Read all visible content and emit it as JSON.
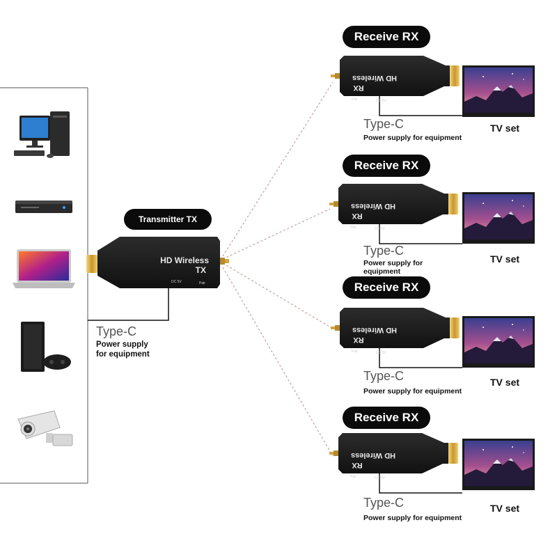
{
  "transmitter": {
    "badge": "Transmitter TX",
    "device_line1": "HD Wireless",
    "device_line2": "TX",
    "port_dc": "DC 5V",
    "port_pair": "Pair",
    "connector": "Type-C",
    "power_line1": "Power supply",
    "power_line2": "for equipment"
  },
  "source_devices": [
    {
      "name": "desktop-computer-icon"
    },
    {
      "name": "bluray-player-icon"
    },
    {
      "name": "laptop-icon"
    },
    {
      "name": "game-console-icon"
    },
    {
      "name": "security-camera-icon"
    }
  ],
  "receivers": [
    {
      "badge": "Receive RX",
      "device_line1": "HD Wireless",
      "device_line2": "RX",
      "port_dc": "DC 5V",
      "port_pair": "Pair",
      "connector": "Type-C",
      "power_line1": "Power supply for equipment",
      "power_line2": "",
      "tv_label": "TV set"
    },
    {
      "badge": "Receive RX",
      "device_line1": "HD Wireless",
      "device_line2": "RX",
      "port_dc": "DC 5V",
      "port_pair": "Pair",
      "connector": "Type-C",
      "power_line1": "Power supply for",
      "power_line2": "equipment",
      "tv_label": "TV set"
    },
    {
      "badge": "Receive RX",
      "device_line1": "HD Wireless",
      "device_line2": "RX",
      "port_dc": "DC 5V",
      "port_pair": "Pair",
      "connector": "Type-C",
      "power_line1": "Power supply for equipment",
      "power_line2": "",
      "tv_label": "TV set"
    },
    {
      "badge": "Receive RX",
      "device_line1": "HD Wireless",
      "device_line2": "RX",
      "port_dc": "DC 5V",
      "port_pair": "Pair",
      "connector": "Type-C",
      "power_line1": "Power supply for equipment",
      "power_line2": "",
      "tv_label": "TV set"
    }
  ],
  "colors": {
    "device_body": "#1c1c1c",
    "hdmi_gold": "#d4a43a",
    "link_line": "#c9a5a5",
    "tv_sky_top": "#3a3f8f",
    "tv_sky_mid": "#a44f8e",
    "tv_horizon": "#f0a0a8"
  }
}
